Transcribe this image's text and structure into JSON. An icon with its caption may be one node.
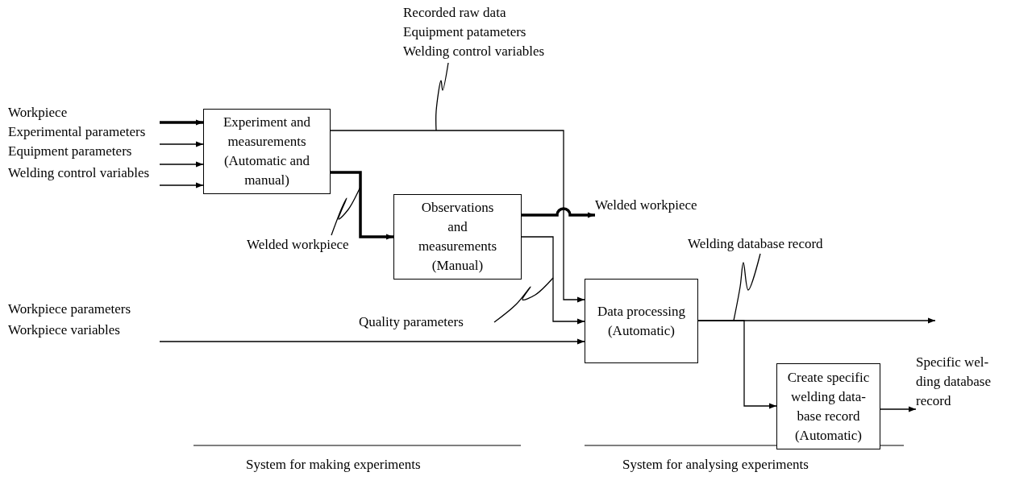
{
  "diagram": {
    "nodes": [
      {
        "text": [
          "Experiment and measurements (Automatic and manual)"
        ]
      },
      {
        "text": [
          "Observations and measurements (Manual)"
        ]
      },
      {
        "text": [
          "Data processing (Automatic)"
        ]
      },
      {
        "text": [
          "Create specific welding data- base record (Automatic)"
        ]
      },
      {
        "text": [
          "Recorded raw data",
          "Equipment patameters",
          "Welding control variables"
        ]
      },
      {
        "text": [
          "Welded workpiece"
        ]
      },
      {
        "text": [
          "Quality parameters"
        ]
      },
      {
        "text": [
          "Welding database record"
        ]
      },
      {
        "text": [
          "Welded workpiece"
        ]
      },
      {
        "text": [
          "Specific wel- ding database record"
        ]
      }
    ],
    "edges": [
      {
        "from": null,
        "to": 0,
        "arrow": "to",
        "style": "thick"
      },
      {
        "from": null,
        "to": 0,
        "arrow": "to"
      },
      {
        "from": null,
        "to": 0,
        "arrow": "to"
      },
      {
        "from": null,
        "to": 0,
        "arrow": "to"
      },
      {
        "from": 0,
        "to": 2,
        "arrow": "to"
      },
      {
        "from": 0,
        "to": 1,
        "arrow": "to",
        "style": "thick"
      },
      {
        "from": 1,
        "to": 8,
        "arrow": "to",
        "style": "thick"
      },
      {
        "from": 1,
        "to": 2,
        "arrow": "to"
      },
      {
        "from": null,
        "to": 2,
        "arrow": "to"
      },
      {
        "from": 2,
        "to": null,
        "arrow": "to"
      },
      {
        "from": 2,
        "to": 3,
        "arrow": "to"
      },
      {
        "from": 3,
        "to": 9,
        "arrow": "to"
      },
      {
        "from": 4,
        "to": null,
        "arrow": "none"
      },
      {
        "from": 5,
        "to": null,
        "arrow": "none"
      },
      {
        "from": 6,
        "to": null,
        "arrow": "none"
      },
      {
        "from": 7,
        "to": null,
        "arrow": "none"
      }
    ],
    "labels": [
      "Workpiece",
      "Experimental parameters",
      "Equipment parameters",
      "Welding control variables",
      "Workpiece parameters",
      "Workpiece variables",
      "System for making experiments",
      "System for analysing experiments"
    ]
  }
}
